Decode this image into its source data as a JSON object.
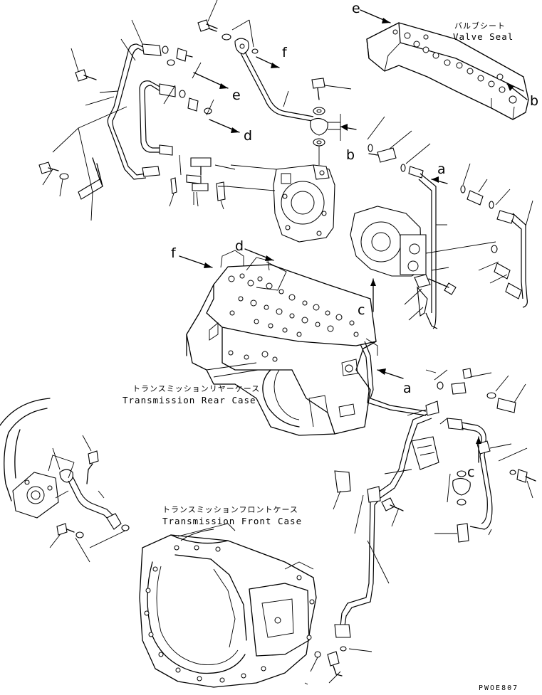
{
  "labels": {
    "valve_seat_jp": "バルブシート",
    "valve_seat_en": "Valve Seal",
    "rear_case_jp": "トランスミッションリヤーケース",
    "rear_case_en": "Transmission Rear Case",
    "front_case_jp": "トランスミッションフロントケース",
    "front_case_en": "Transmission Front Case",
    "drawing_code": "PWOE807"
  },
  "port_letters": {
    "e_top": "e",
    "f_top": "f",
    "e_mid": "e",
    "d_mid": "d",
    "b_right": "b",
    "b_mid": "b",
    "a_top": "a",
    "f_case": "f",
    "d_case": "d",
    "c_pump": "c",
    "a_lower": "a",
    "c_lower": "c"
  }
}
